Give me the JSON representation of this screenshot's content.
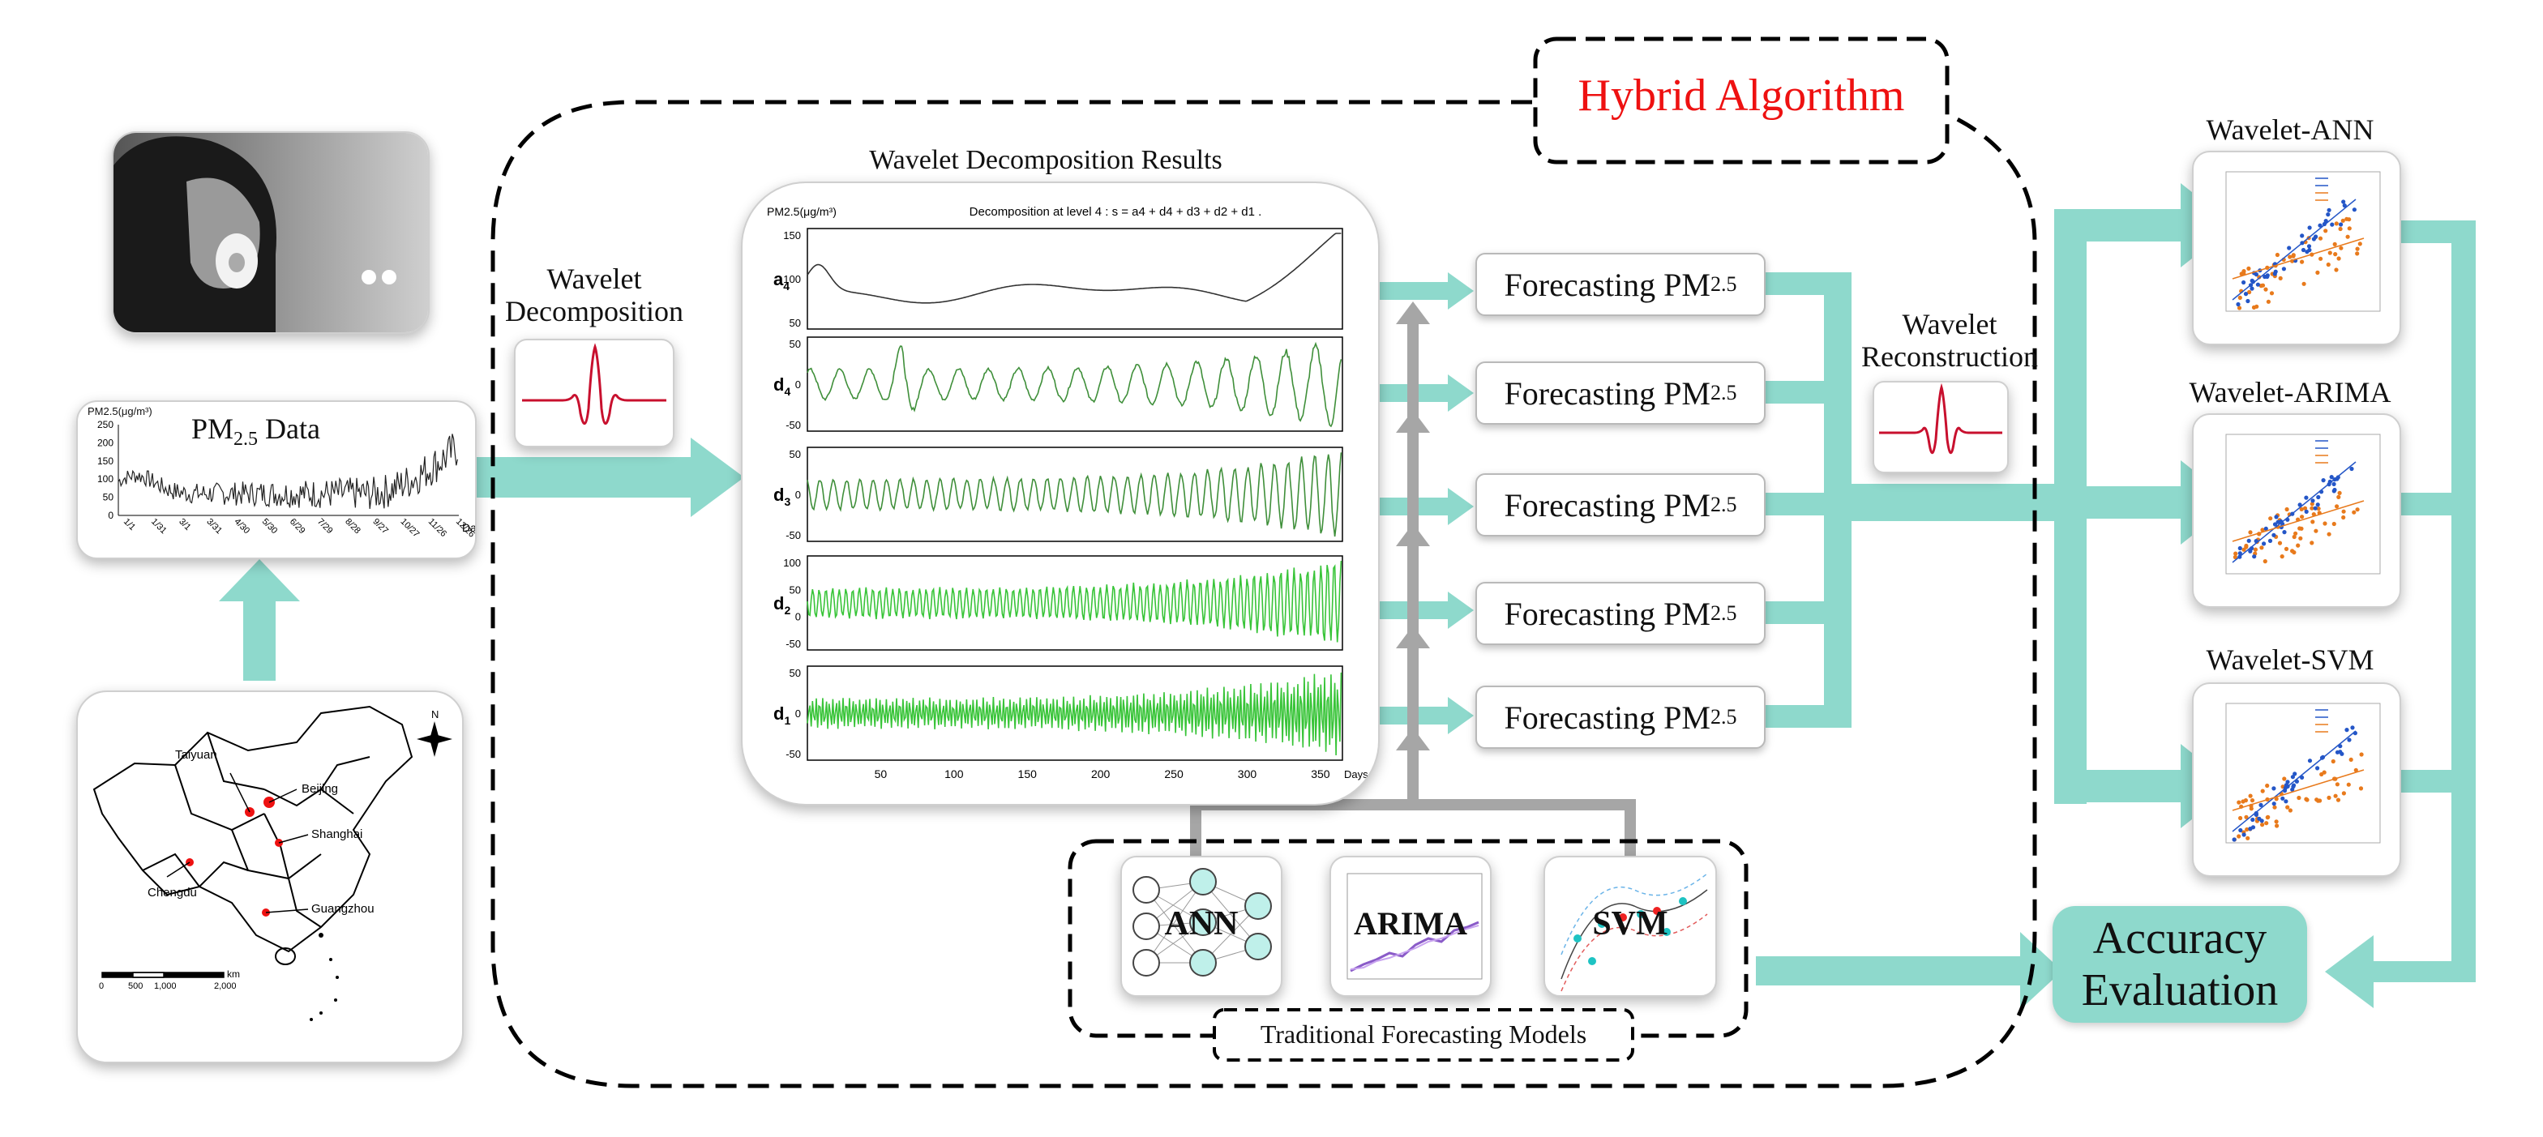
{
  "title": "Hybrid Algorithm",
  "wavelet_decomposition_results": {
    "title": "Wavelet Decomposition Results",
    "unit_label": "PM2.5(μg/m³)",
    "header": "Decomposition at level 4 : s = a4 + d4 + d3 + d2 + d1 .",
    "panels": [
      {
        "label": "a4",
        "ticks": [
          "150",
          "100",
          "50"
        ]
      },
      {
        "label": "d4",
        "ticks": [
          "50",
          "0",
          "-50"
        ]
      },
      {
        "label": "d3",
        "ticks": [
          "50",
          "0",
          "-50"
        ]
      },
      {
        "label": "d2",
        "ticks": [
          "100",
          "50",
          "0",
          "-50"
        ]
      },
      {
        "label": "d1",
        "ticks": [
          "50",
          "0",
          "-50"
        ]
      }
    ],
    "x_ticks": [
      "50",
      "100",
      "150",
      "200",
      "250",
      "300",
      "350"
    ],
    "x_axis_label": "Days"
  },
  "pm_data": {
    "title_main": "PM",
    "title_sub": "2.5",
    "title_rest": " Data",
    "unit_label": "PM2.5(μg/m³)",
    "y_ticks": [
      "250",
      "200",
      "150",
      "100",
      "50",
      "0"
    ],
    "x_ticks": [
      "1/1",
      "1/31",
      "3/1",
      "3/31",
      "4/30",
      "5/30",
      "6/29",
      "7/29",
      "8/28",
      "9/27",
      "10/27",
      "11/26",
      "12/26"
    ],
    "x_axis_label": "Date"
  },
  "map": {
    "cities": [
      "Taiyuan",
      "Beijing",
      "Shanghai",
      "Chengdu",
      "Guangzhou"
    ],
    "north": "N",
    "scale_ticks": [
      "0",
      "500",
      "1,000",
      "2,000"
    ],
    "scale_unit": "km"
  },
  "wavelet_decomposition_label": [
    "Wavelet",
    "Decomposition"
  ],
  "wavelet_reconstruction_label": [
    "Wavelet",
    "Reconstruction"
  ],
  "forecast_boxes": [
    {
      "main": "Forecasting PM",
      "sub": "2.5"
    },
    {
      "main": "Forecasting PM",
      "sub": "2.5"
    },
    {
      "main": "Forecasting PM",
      "sub": "2.5"
    },
    {
      "main": "Forecasting PM",
      "sub": "2.5"
    },
    {
      "main": "Forecasting PM",
      "sub": "2.5"
    }
  ],
  "models": {
    "ann": "ANN",
    "arima": "ARIMA",
    "svm": "SVM",
    "traditional_label": "Traditional Forecasting Models"
  },
  "hybrid_results": [
    {
      "title": "Wavelet-ANN"
    },
    {
      "title": "Wavelet-ARIMA"
    },
    {
      "title": "Wavelet-SVM"
    }
  ],
  "accuracy": [
    "Accuracy",
    "Evaluation"
  ],
  "colors": {
    "arrow": "#8ed9cc",
    "accuracy_bg": "#8ed9cc",
    "title_red": "#ee1111",
    "gray_arrow": "#a6a6a6",
    "signal_dark": "#333333",
    "signal_green": "#3f8f3a",
    "signal_light_green": "#38c438",
    "wavelet_red": "#c8102e",
    "scatter_blue": "#2456c7",
    "scatter_orange": "#e87a1c"
  }
}
